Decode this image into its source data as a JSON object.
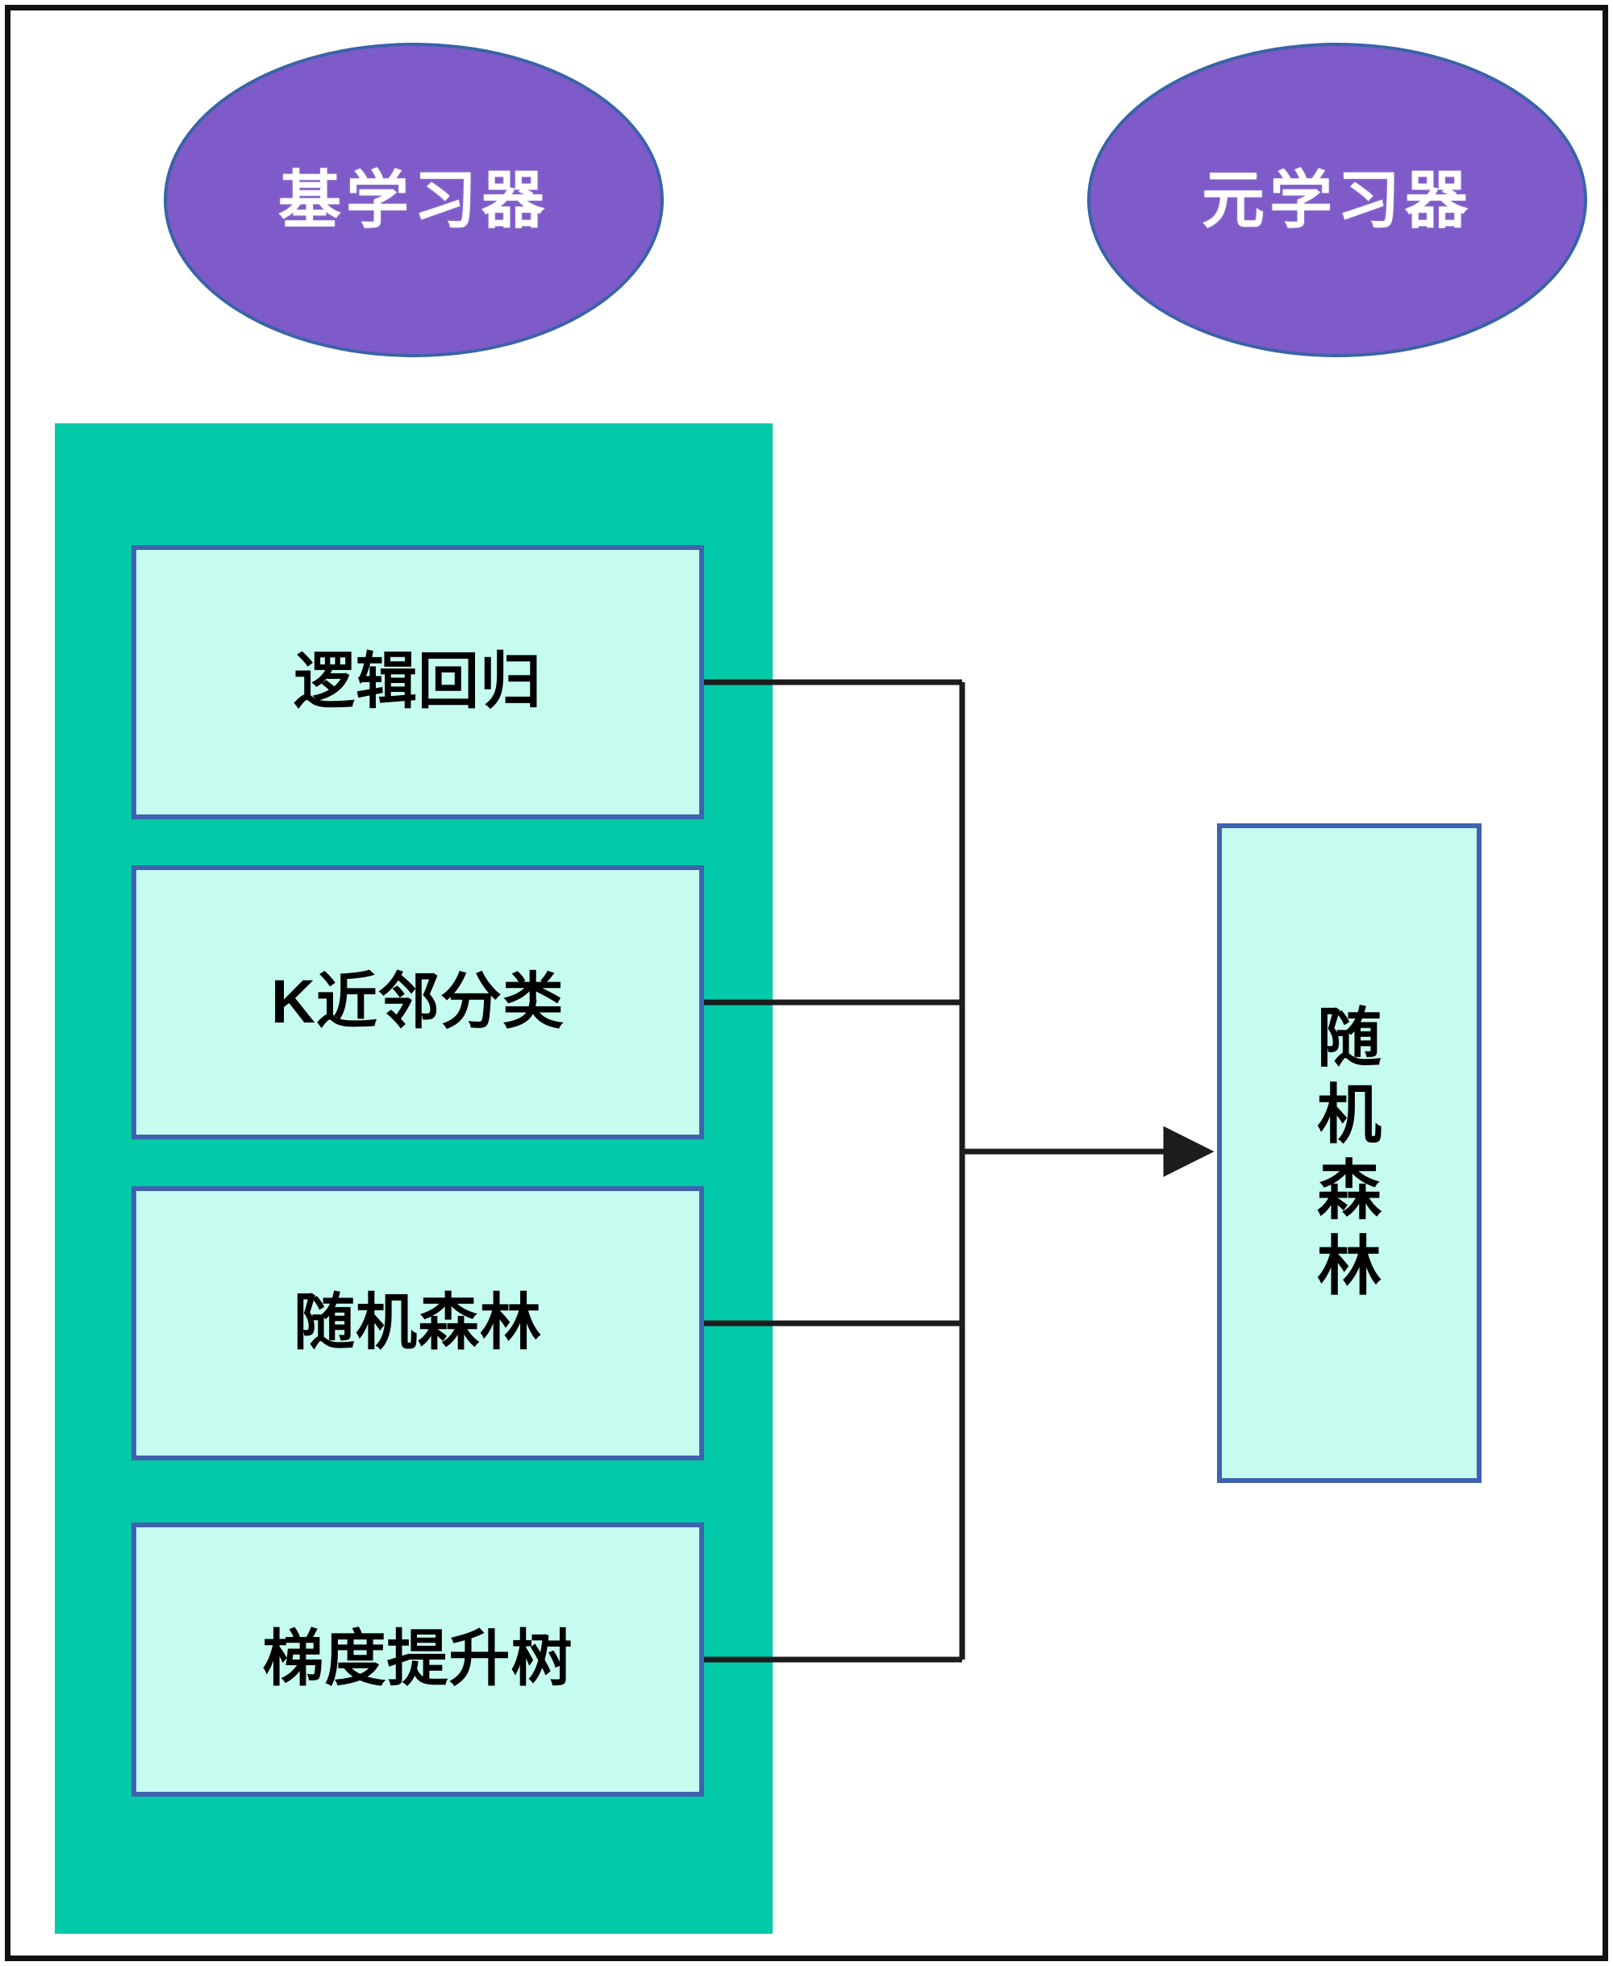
{
  "diagram": {
    "title": "Stacking ensemble: base learners feeding a meta learner",
    "colors": {
      "ellipse_fill": "#7E5BC8",
      "ellipse_border": "#3A63A8",
      "pool_fill": "#02C9A8",
      "box_fill": "#C6FCF0",
      "box_border": "#3F62B0",
      "connector": "#1C1C1C",
      "frame": "#111111",
      "background": "#FFFFFF"
    }
  },
  "headers": {
    "base_learner": "基学习器",
    "meta_learner": "元学习器"
  },
  "base_learners": [
    {
      "label": "逻辑回归"
    },
    {
      "label": "K近邻分类"
    },
    {
      "label": "随机森林"
    },
    {
      "label": "梯度提升树"
    }
  ],
  "meta_learner": {
    "label": "随机森林",
    "vertical_label": "随\n机\n森\n林"
  },
  "connectors": {
    "style": "orthogonal-bus",
    "arrowhead": "filled-triangle",
    "direction": "base-learners-to-meta-learner"
  }
}
